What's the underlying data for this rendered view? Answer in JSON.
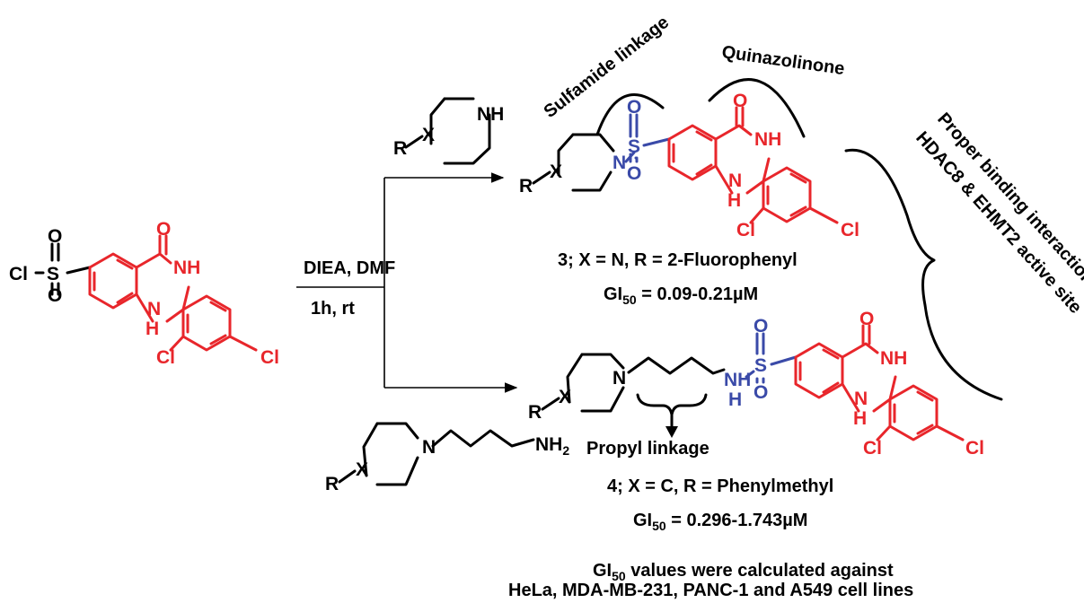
{
  "colors": {
    "scaffold": "#e8262b",
    "sulfonyl": "#3a4aa8",
    "text": "#000000"
  },
  "atoms": {
    "cl": "Cl",
    "o": "O",
    "s": "S",
    "n": "N",
    "nh": "NH",
    "h": "H",
    "x": "X",
    "r": "R",
    "nh2": "NH",
    "sub2": "2"
  },
  "conditions": {
    "reagents": "DIEA, DMF",
    "time_temp": "1h, rt"
  },
  "annotations": {
    "sulfamide": "Sulfamide linkage",
    "quinazolinone": "Quinazolinone",
    "binding_line1": "Proper binding interaction at",
    "binding_line2": "HDAC8 & EHMT2 active site",
    "propyl": "Propyl linkage"
  },
  "compound3": {
    "label": "3; X = N, R = 2-Fluorophenyl",
    "gi_prefix": "GI",
    "gi_sub": "50",
    "gi_value": " = 0.09-0.21µM"
  },
  "compound4": {
    "label": "4; X = C, R = Phenylmethyl",
    "gi_prefix": "GI",
    "gi_sub": "50",
    "gi_value": " = 0.296-1.743µM"
  },
  "footnote": {
    "gi_prefix": "GI",
    "gi_sub": "50",
    "line1_rest": " values were calculated against",
    "line2": "HeLa, MDA-MB-231, PANC-1 and A549 cell lines"
  }
}
